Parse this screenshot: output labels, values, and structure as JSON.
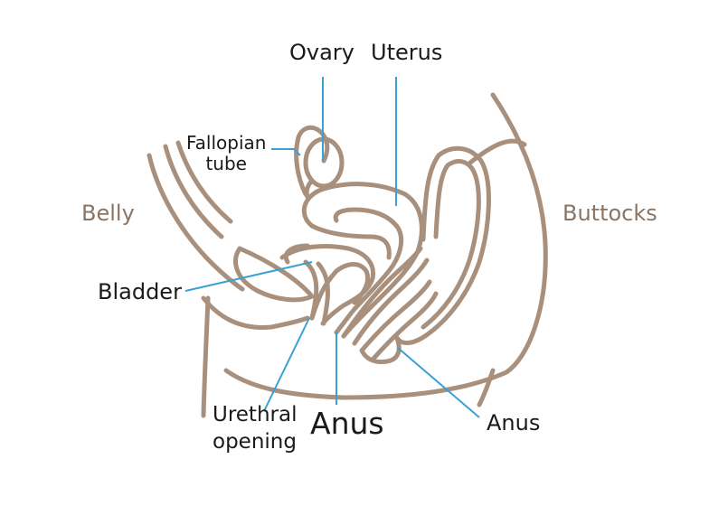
{
  "labels": {
    "ovary": "Ovary",
    "uterus": "Uterus",
    "fallopian_line1": "Fallopian",
    "fallopian_line2": "tube",
    "belly": "Belly",
    "buttocks": "Buttocks",
    "bladder": "Bladder",
    "urethral_line1": "Urethral",
    "urethral_line2": "opening",
    "anus_center": "Anus",
    "anus_right": "Anus"
  },
  "colors": {
    "outline": "#a8907c",
    "leader": "#3aa0d5",
    "label_dark": "#1a1a1a",
    "label_brown": "#8a7565",
    "background": "#ffffff"
  }
}
